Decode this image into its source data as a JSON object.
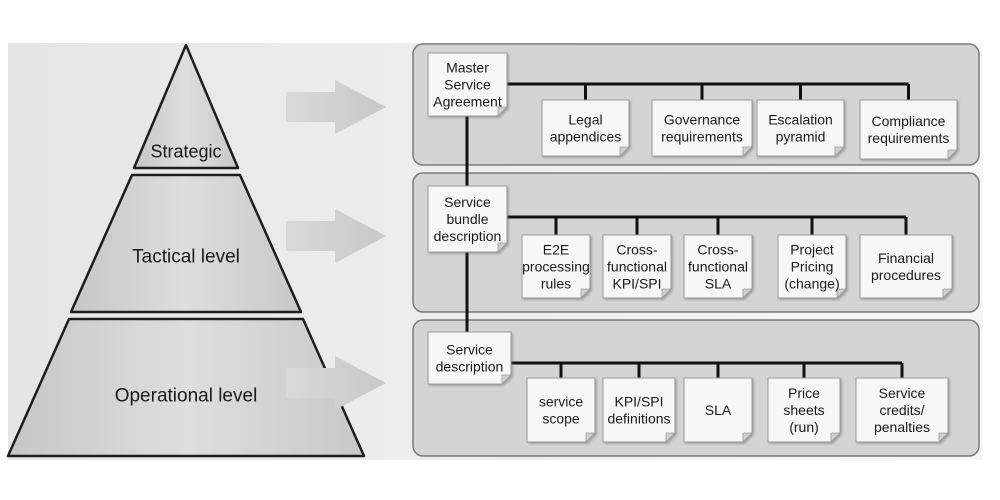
{
  "levels": [
    {
      "label": "Strategic",
      "anchor_lines": [
        "Master",
        "Service",
        "Agreement"
      ],
      "documents": [
        {
          "lines": [
            "Legal",
            "appendices"
          ]
        },
        {
          "lines": [
            "Governance",
            "requirements"
          ]
        },
        {
          "lines": [
            "Escalation",
            "pyramid"
          ]
        },
        {
          "lines": [
            "Compliance",
            "requirements"
          ]
        }
      ]
    },
    {
      "label": "Tactical level",
      "anchor_lines": [
        "Service",
        "bundle",
        "description"
      ],
      "documents": [
        {
          "lines": [
            "E2E",
            "processing",
            "rules"
          ]
        },
        {
          "lines": [
            "Cross-",
            "functional",
            "KPI/SPI"
          ]
        },
        {
          "lines": [
            "Cross-",
            "functional",
            "SLA"
          ]
        },
        {
          "lines": [
            "Project",
            "Pricing",
            "(change)"
          ]
        },
        {
          "lines": [
            "Financial",
            "procedures"
          ]
        }
      ]
    },
    {
      "label": "Operational level",
      "anchor_lines": [
        "Service",
        "description"
      ],
      "documents": [
        {
          "lines": [
            "service",
            "scope"
          ]
        },
        {
          "lines": [
            "KPI/SPI",
            "definitions"
          ]
        },
        {
          "lines": [
            "SLA"
          ]
        },
        {
          "lines": [
            "Price",
            "sheets",
            "(run)"
          ]
        },
        {
          "lines": [
            "Service",
            "credits/",
            "penalties"
          ]
        }
      ]
    }
  ],
  "colors": {
    "band": "#ebebeb",
    "panel": "#d4d4d4",
    "panel_border": "#7a7a7a",
    "pyramid": "#d0d0d0",
    "pyramid_edge": "#1e1e1e",
    "arrow": "#d6d6d6",
    "doc": "#f7f7f7",
    "doc_border": "#999999",
    "connector": "#111111"
  }
}
